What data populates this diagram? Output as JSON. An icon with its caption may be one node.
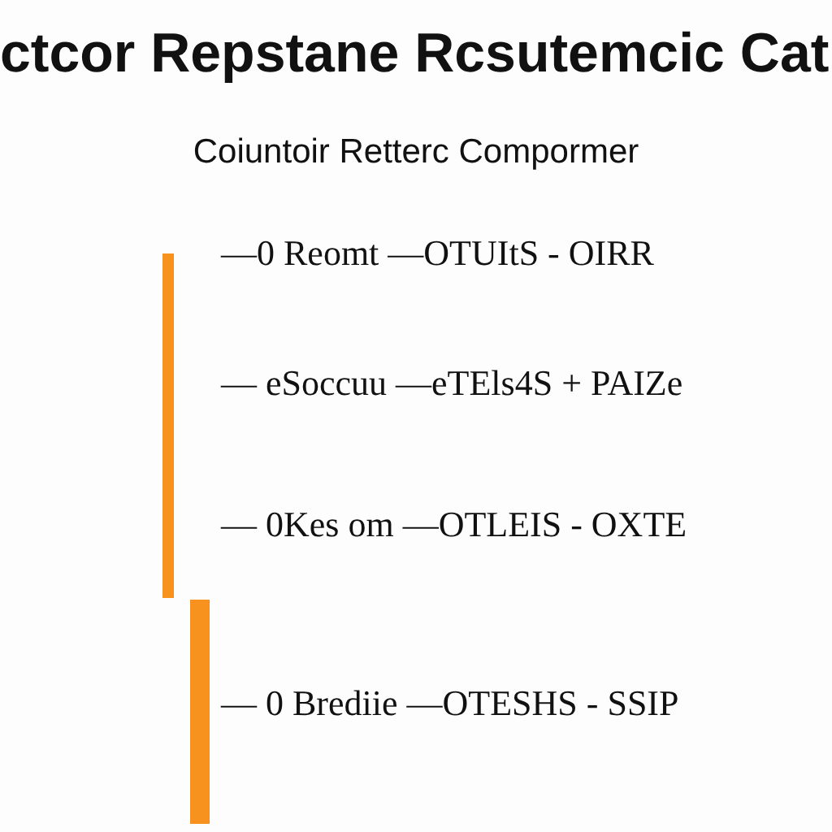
{
  "diagram": {
    "title": "ctcor Repstane Rcsutemcic Cati",
    "labels": [
      "Coiuntoir Retterc Compormer",
      "—0 Reomt —OTUItS - OIRR",
      "— eSoccuu —eTEls4S + PAIZe",
      "— 0Kes om —OTLEIS - OXTE",
      "— 0 Brediie —OTESHS - SSIP"
    ]
  }
}
